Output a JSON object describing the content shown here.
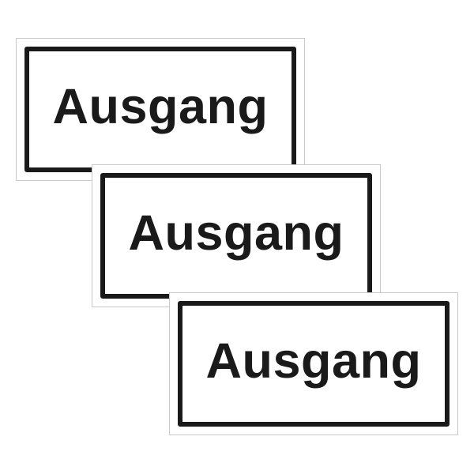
{
  "colors": {
    "background": "#ffffff",
    "sign_face": "#ffffff",
    "sign_ink": "#1a1a1a",
    "sign_edge": "#c9c9c9"
  },
  "signs": [
    {
      "text": "Ausgang"
    },
    {
      "text": "Ausgang"
    },
    {
      "text": "Ausgang"
    }
  ]
}
